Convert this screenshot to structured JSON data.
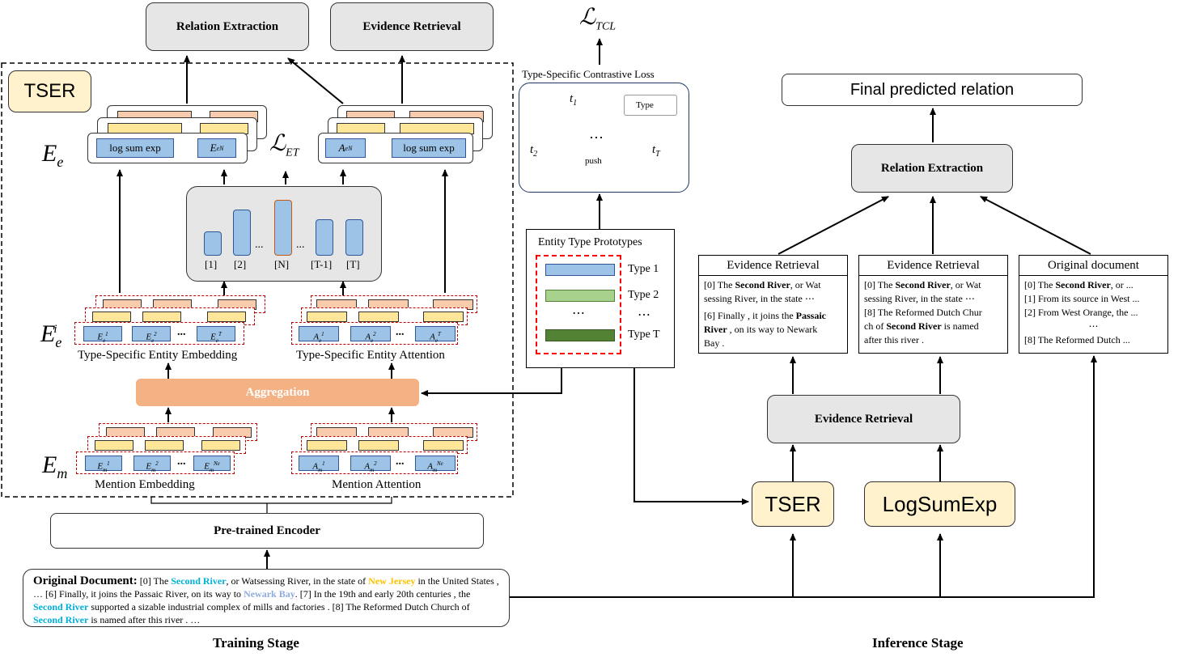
{
  "training": {
    "relation_extraction": "Relation Extraction",
    "evidence_retrieval": "Evidence Retrieval",
    "tser_label": "TSER",
    "loss_et": "ℒ",
    "loss_et_sub": "ET",
    "ee_symbol": "E",
    "ee_sub": "e",
    "eei_sup": "i",
    "em_sub": "m",
    "logsumexp_text": "log sum exp",
    "ee_n": "E",
    "ae_n": "A",
    "bar_labels": [
      "[1]",
      "[2]",
      "...",
      "[N]",
      "...",
      "[T-1]",
      "[T]"
    ],
    "type_specific_entity_embedding": "Type-Specific Entity Embedding",
    "type_specific_entity_attention": "Type-Specific Entity Attention",
    "aggregation": "Aggregation",
    "mention_embedding": "Mention Embedding",
    "mention_attention": "Mention Attention",
    "pretrained_encoder": "Pre-trained Encoder",
    "stage_label": "Training Stage",
    "dots": "...",
    "original_document_label": "Original Document:",
    "original_document": {
      "p1": " [0] The ",
      "e1": "Second River",
      "p2": ", or Watsessing River, in the state of ",
      "e2": "New Jersey",
      "p3": " in the United States ,  …  [6] Finally, it joins the Passaic River, on its way to ",
      "e3": "Newark Bay",
      "p4": ". [7] In the 19th and early 20th centuries , the ",
      "e4": "Second River",
      "p5": " supported a sizable industrial complex of mills and factories . [8] The Reformed Dutch Church of ",
      "e5": "Second River",
      "p6": " is named after this river .      …"
    }
  },
  "contrastive": {
    "loss_tcl": "ℒ",
    "loss_tcl_sub": "TCL",
    "title": "Type-Specific Contrastive Loss",
    "legend": "Type",
    "t1": "t",
    "t1_sub": "1",
    "t2": "t",
    "t2_sub": "2",
    "tT": "t",
    "tT_sub": "T",
    "push": "push",
    "dots": "⋯"
  },
  "prototypes": {
    "title": "Entity Type Prototypes",
    "types": [
      "Type 1",
      "Type 2",
      "Type T"
    ],
    "dots": "⋯",
    "colors": [
      "#9dc3e6",
      "#a9d18e",
      "#548235"
    ]
  },
  "inference": {
    "final": "Final predicted relation",
    "relation_extraction": "Relation Extraction",
    "evidence_retrieval": "Evidence Retrieval",
    "tser": "TSER",
    "logsumexp": "LogSumExp",
    "stage_label": "Inference Stage",
    "ev1": {
      "title": "Evidence Retrieval",
      "l1a": "[0] The ",
      "l1b": "Second River",
      "l1c": ", or Wat",
      "l2": "sessing River,  in the state  ⋯",
      "l3a": "[6] Finally , it joins the ",
      "l3b": "Passaic",
      "l4a": "River",
      "l4b": " , on its way to Newark",
      "l5": "Bay ."
    },
    "ev2": {
      "title": "Evidence Retrieval",
      "l1a": "[0] The ",
      "l1b": "Second River",
      "l1c": ", or Wat",
      "l2": "sessing River,  in the state  ⋯",
      "l3": "[8] The Reformed Dutch Chur",
      "l4a": "ch of ",
      "l4b": "Second River",
      "l4c": " is named",
      "l5": "after this river ."
    },
    "orig": {
      "title": "Original document",
      "l1a": "[0] The ",
      "l1b": "Second River",
      "l1c": ", or ...",
      "l2": "[1] From its source in West ...",
      "l3": "[2] From West Orange, the ...",
      "l4": "⋯",
      "l5": "[8] The Reformed Dutch ..."
    }
  }
}
